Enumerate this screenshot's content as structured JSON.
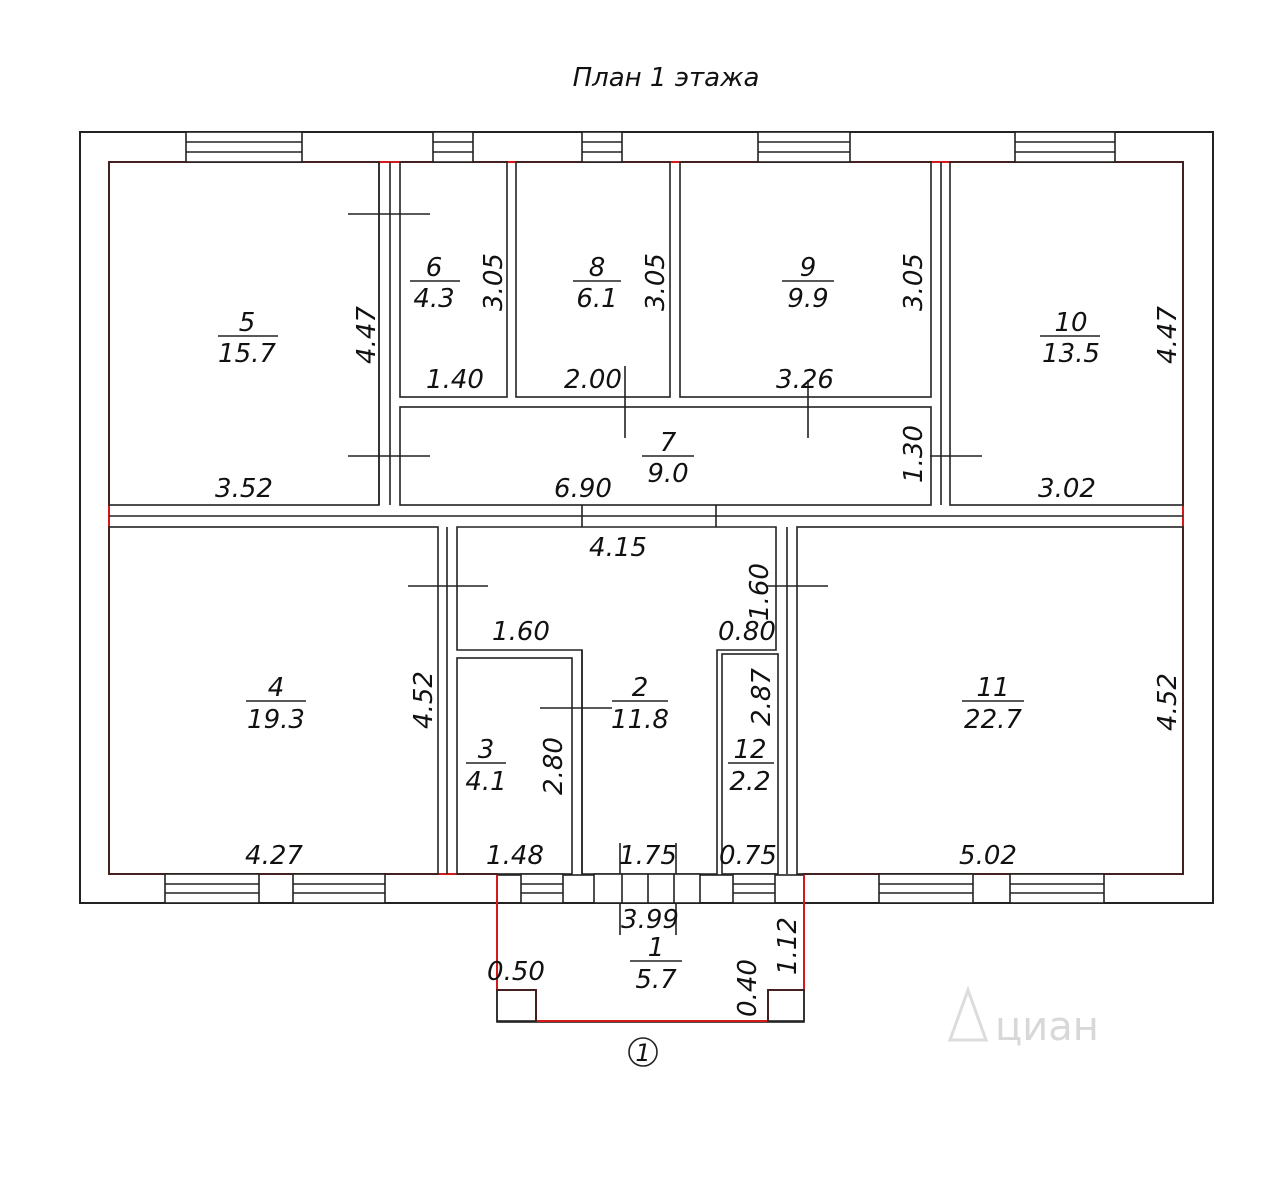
{
  "title": "План 1 этажа",
  "rooms": [
    {
      "num": "1",
      "area": "5.7"
    },
    {
      "num": "2",
      "area": "11.8"
    },
    {
      "num": "3",
      "area": "4.1"
    },
    {
      "num": "4",
      "area": "19.3"
    },
    {
      "num": "5",
      "area": "15.7"
    },
    {
      "num": "6",
      "area": "4.3"
    },
    {
      "num": "7",
      "area": "9.0"
    },
    {
      "num": "8",
      "area": "6.1"
    },
    {
      "num": "9",
      "area": "9.9"
    },
    {
      "num": "10",
      "area": "13.5"
    },
    {
      "num": "11",
      "area": "22.7"
    },
    {
      "num": "12",
      "area": "2.2"
    }
  ],
  "dimensions": {
    "r5_height": "4.47",
    "r5_width": "3.52",
    "r6_height": "3.05",
    "r6_width": "1.40",
    "r8_height": "3.05",
    "r8_width": "2.00",
    "r9_height": "3.05",
    "r9_width": "3.26",
    "r10_height": "4.47",
    "r10_width": "3.02",
    "r7_height": "1.30",
    "r7_width": "6.90",
    "r4_height": "4.52",
    "r4_width": "4.27",
    "r2_top_width": "4.15",
    "r2_left_step": "1.60",
    "r2_right_step_h": "1.60",
    "r2_right_step_w": "0.80",
    "r2_bottom_width": "1.75",
    "r3_height": "2.80",
    "r3_width": "1.48",
    "r12_height": "2.87",
    "r12_width": "0.75",
    "r11_height": "4.52",
    "r11_width": "5.02",
    "r1_width": "3.99",
    "r1_height": "1.12",
    "r1_left_step": "0.50",
    "r1_right_step": "0.40"
  },
  "entrance_mark": "1",
  "watermark": "циан"
}
